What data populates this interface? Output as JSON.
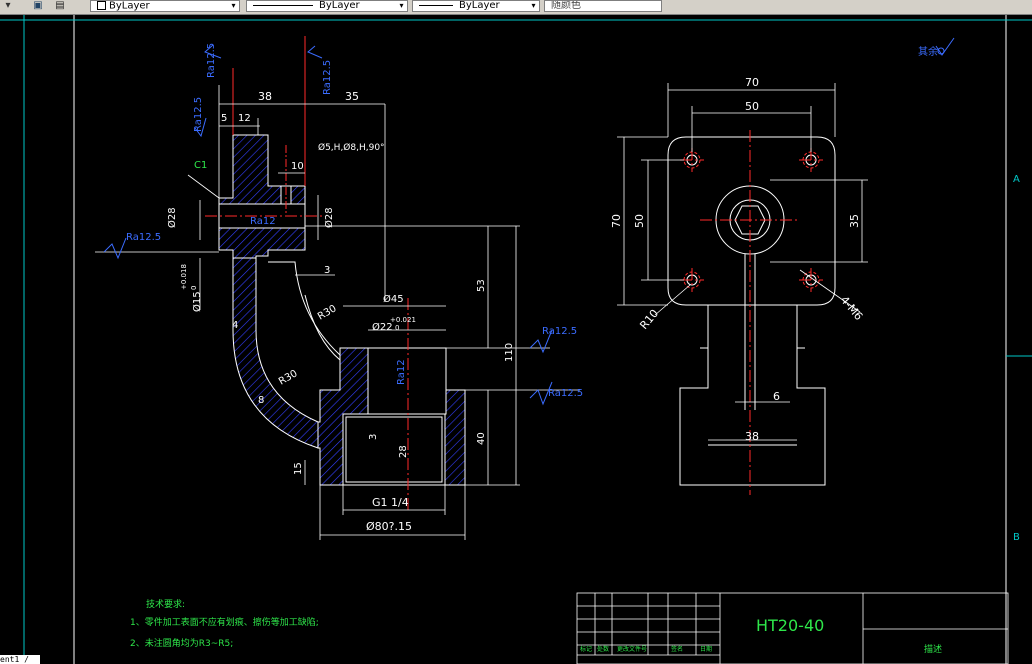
{
  "toolbar": {
    "layer_combo": "ByLayer",
    "linetype_combo": "ByLayer",
    "lineweight_combo": "ByLayer",
    "color_combo": "随颜色",
    "dropdown_glyph": "▾"
  },
  "drawing": {
    "border_labels": [
      "A",
      "B"
    ],
    "roughness_labels": [
      "Ra12.5",
      "Ra12.5",
      "Ra12.5",
      "Ra12.5",
      "Ra12.5",
      "Ra12.5",
      "Ra12",
      "Ra12"
    ],
    "top_right_symbol": "其余",
    "chamfer": "C1",
    "left_view_dims": {
      "d38": "38",
      "d35": "35",
      "d5": "5",
      "d12": "12",
      "d10": "10",
      "hole_note": "Ø5,H,Ø8,H,90°",
      "dia28_left": "Ø28",
      "dia28_right": "Ø28",
      "d3_top": "3",
      "dia15": "Ø15",
      "tol15_up": "+0.018",
      "tol15_low": "0",
      "d4": "4",
      "r30_upper": "R30",
      "dia45": "Ø45",
      "dia22": "Ø22",
      "tol22_up": "+0.021",
      "tol22_low": "0",
      "r30_lower": "R30",
      "d8": "8",
      "d3_inner": "3",
      "d28": "28",
      "d53": "53",
      "d110": "110",
      "d40": "40",
      "d15": "15",
      "thread": "G1 1/4",
      "dia80": "Ø80?.15"
    },
    "right_view_dims": {
      "d70_top": "70",
      "d50_top": "50",
      "d70_side": "70",
      "d50_side": "50",
      "d35": "35",
      "r10": "R10",
      "holes": "4-M6",
      "d6": "6",
      "d38": "38"
    },
    "tech_notes": {
      "title": "技术要求:",
      "line1": "1、零件加工表面不应有划痕、擦伤等加工缺陷;",
      "line2": "2、未注圆角均为R3~R5;"
    },
    "title_block": {
      "material": "HT20-40",
      "stamp": "描述",
      "bottom_labels": [
        "标记",
        "处数",
        "更改文件号",
        "签名",
        "日期"
      ]
    }
  },
  "command_line": "ent1 /"
}
